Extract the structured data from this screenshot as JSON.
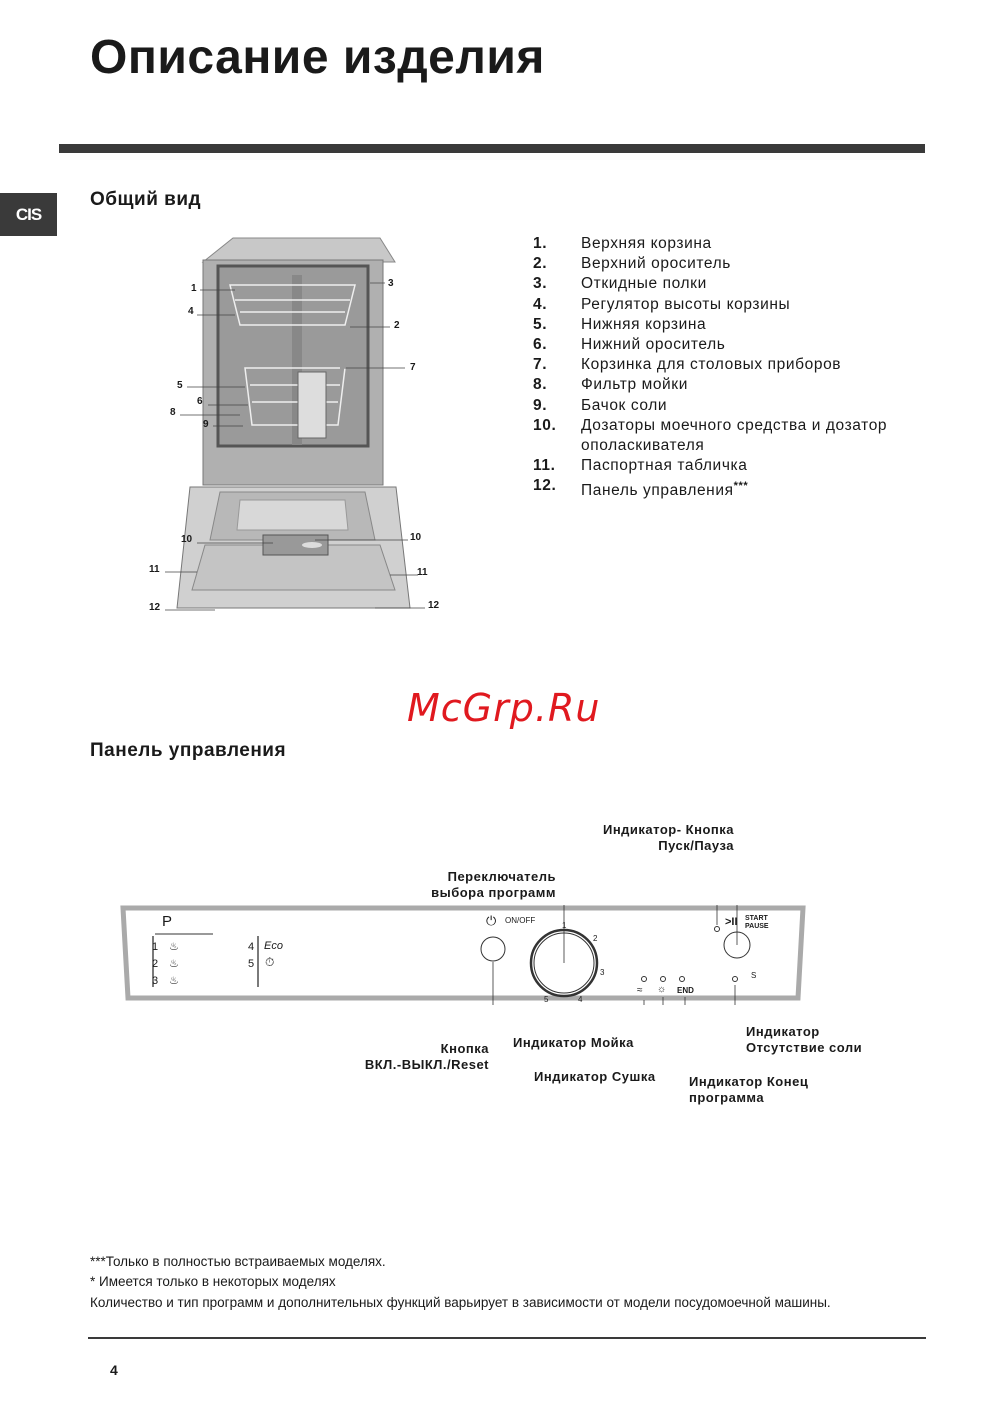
{
  "title": "Описание изделия",
  "side_tab": "CIS",
  "general_view": {
    "heading": "Общий вид",
    "items": [
      {
        "n": "1.",
        "t": "Верхняя корзина"
      },
      {
        "n": "2.",
        "t": "Верхний ороситель"
      },
      {
        "n": "3.",
        "t": "Откидные полки"
      },
      {
        "n": "4.",
        "t": "Регулятор высоты корзины"
      },
      {
        "n": "5.",
        "t": "Нижняя корзина"
      },
      {
        "n": "6.",
        "t": "Нижний ороситель"
      },
      {
        "n": "7.",
        "t": "Корзинка для столовых приборов"
      },
      {
        "n": "8.",
        "t": "Фильтр мойки"
      },
      {
        "n": "9.",
        "t": "Бачок соли"
      },
      {
        "n": "10.",
        "t": "Дозаторы моечного средства и дозатор ополаскивателя"
      },
      {
        "n": "11.",
        "t": "Паспортная табличка"
      },
      {
        "n": "12.",
        "t": "Панель управления",
        "sup": "***"
      }
    ],
    "callouts": [
      "1",
      "2",
      "3",
      "4",
      "5",
      "6",
      "7",
      "8",
      "9",
      "10",
      "11",
      "12"
    ]
  },
  "watermark": "McGrp.Ru",
  "control_panel": {
    "heading": "Панель управления",
    "labels": {
      "start_pause": "Индикатор- Кнопка\nПуск/Пауза",
      "selector": "Переключатель\nвыбора программ",
      "onoff_button": "Кнопка\nВКЛ.-ВЫКЛ./Reset",
      "wash_ind": "Индикатор Мойка",
      "dry_ind": "Индикатор Сушка",
      "end_ind": "Индикатор Конец\nпрограмма",
      "salt_ind": "Индикатор\nОтсутствие соли"
    },
    "panel": {
      "p": "P",
      "progs": [
        "1",
        "2",
        "3",
        "4",
        "5"
      ],
      "eco": "Eco",
      "onoff": "ON/OFF",
      "dial": [
        "1",
        "2",
        "3",
        "4",
        "5"
      ],
      "start": "START",
      "pause": "PAUSE",
      "end": "END",
      "salt": "S"
    }
  },
  "footnotes": [
    "***Только в полностью встраиваемых моделях.",
    "* Имеется только в некоторых моделях",
    "Количество и тип программ и дополнительных функций варьирует в зависимости от модели посудомоечной машины."
  ],
  "page_number": "4"
}
